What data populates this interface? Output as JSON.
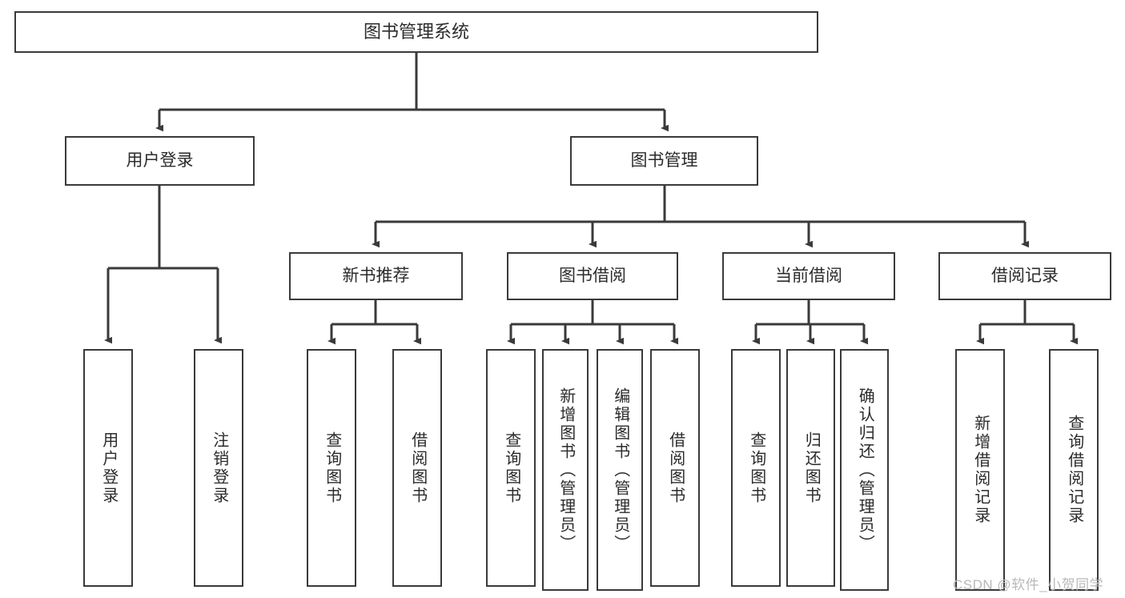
{
  "diagram": {
    "title": "图书管理系统",
    "root": {
      "label": "图书管理系统"
    },
    "level2": [
      {
        "label": "用户登录"
      },
      {
        "label": "图书管理"
      }
    ],
    "level3": [
      {
        "label": "新书推荐"
      },
      {
        "label": "图书借阅"
      },
      {
        "label": "当前借阅"
      },
      {
        "label": "借阅记录"
      }
    ],
    "leaves": {
      "user_login": [
        {
          "label": "用户登录"
        },
        {
          "label": "注销登录"
        }
      ],
      "new_book_recommend": [
        {
          "label": "查询图书"
        },
        {
          "label": "借阅图书"
        }
      ],
      "book_borrow": [
        {
          "label": "查询图书"
        },
        {
          "label": "新增图书（管理员）"
        },
        {
          "label": "编辑图书（管理员）"
        },
        {
          "label": "借阅图书"
        }
      ],
      "current_borrow": [
        {
          "label": "查询图书"
        },
        {
          "label": "归还图书"
        },
        {
          "label": "确认归还（管理员）"
        }
      ],
      "borrow_record": [
        {
          "label": "新增借阅记录"
        },
        {
          "label": "查询借阅记录"
        }
      ]
    }
  },
  "watermark": {
    "text": "CSDN @软件_小贺同学"
  },
  "colors": {
    "border": "#3a3a3a",
    "text": "#2b2b2b",
    "background": "#ffffff",
    "watermark": "#b9b9b9"
  }
}
